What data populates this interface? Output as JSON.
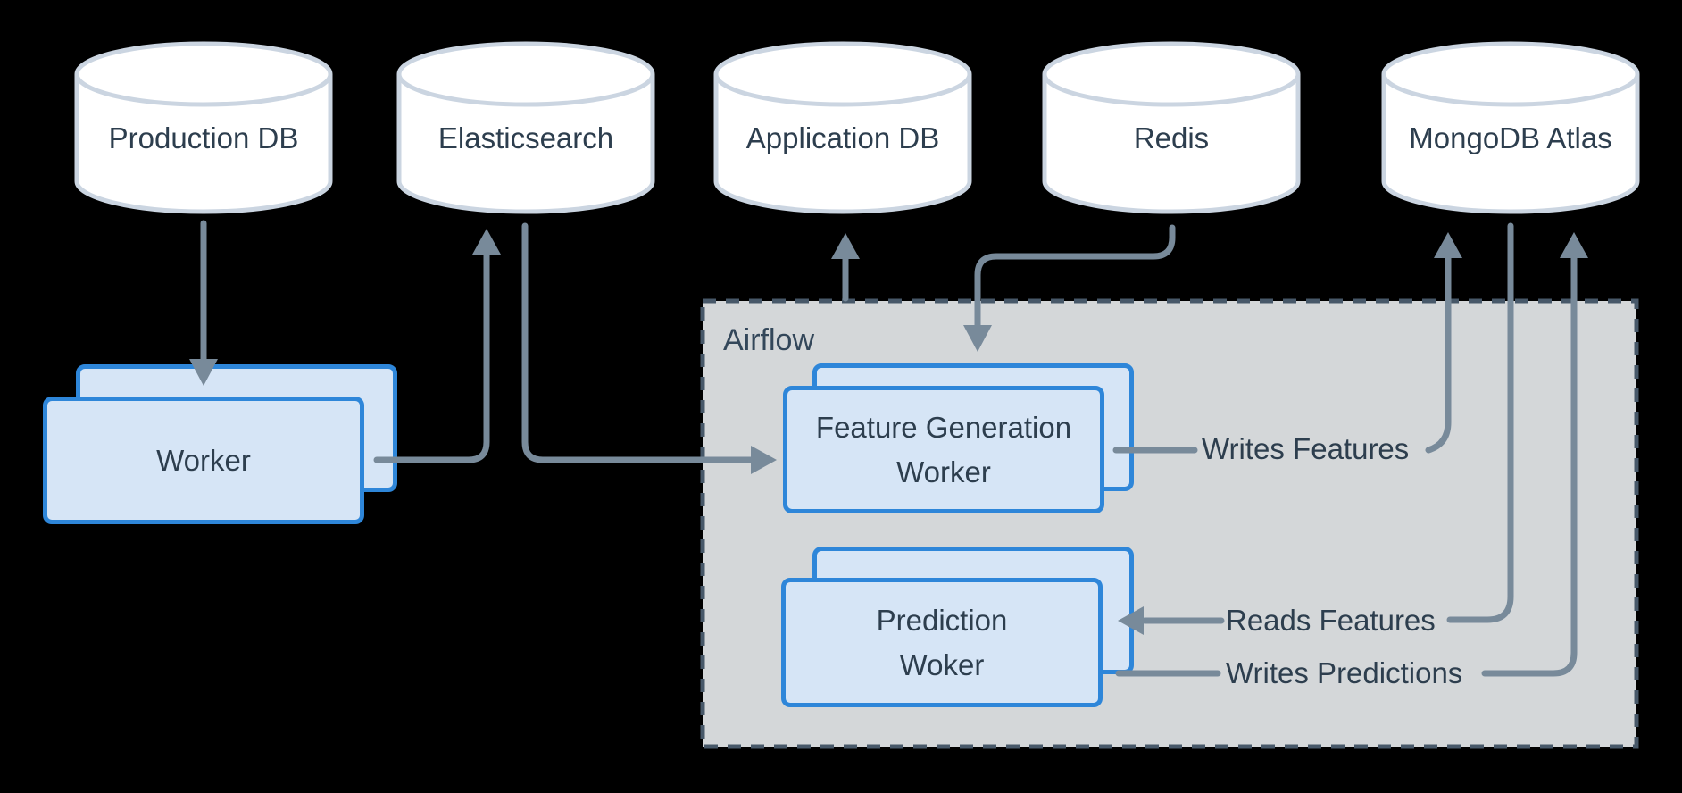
{
  "diagram": {
    "group": {
      "label": "Airflow"
    },
    "databases": [
      {
        "label": "Production DB"
      },
      {
        "label": "Elasticsearch"
      },
      {
        "label": "Application DB"
      },
      {
        "label": "Redis"
      },
      {
        "label": "MongoDB Atlas"
      }
    ],
    "nodes": {
      "worker": {
        "label": "Worker",
        "stacked": true
      },
      "feature_generation_worker": {
        "lines": [
          "Feature Generation",
          "Worker"
        ],
        "stacked": true,
        "group": "Airflow"
      },
      "prediction_worker": {
        "lines": [
          "Prediction",
          "Woker"
        ],
        "stacked": true,
        "group": "Airflow"
      }
    },
    "edge_labels": {
      "writes_features": "Writes Features",
      "reads_features": "Reads Features",
      "writes_predictions": "Writes Predictions"
    },
    "edges": [
      {
        "from": "Production DB",
        "to": "Worker"
      },
      {
        "from": "Worker",
        "to": "Elasticsearch"
      },
      {
        "from": "Elasticsearch",
        "to": "Feature Generation Worker"
      },
      {
        "from": "Airflow",
        "to": "Application DB"
      },
      {
        "from": "Redis",
        "to": "Feature Generation Worker"
      },
      {
        "from": "Feature Generation Worker",
        "to": "MongoDB Atlas",
        "label": "Writes Features"
      },
      {
        "from": "MongoDB Atlas",
        "to": "Prediction Worker",
        "label": "Reads Features"
      },
      {
        "from": "Prediction Worker",
        "to": "MongoDB Atlas",
        "label": "Writes Predictions"
      }
    ],
    "colors": {
      "background": "#000000",
      "node_fill": "#d6e5f6",
      "node_border": "#2e86d9",
      "group_fill": "#d4d7d9",
      "group_border": "#475869",
      "arrow": "#788a9a",
      "database_fill": "#ffffff",
      "database_border": "#cbd5e1",
      "text": "#2d3e4e"
    }
  }
}
